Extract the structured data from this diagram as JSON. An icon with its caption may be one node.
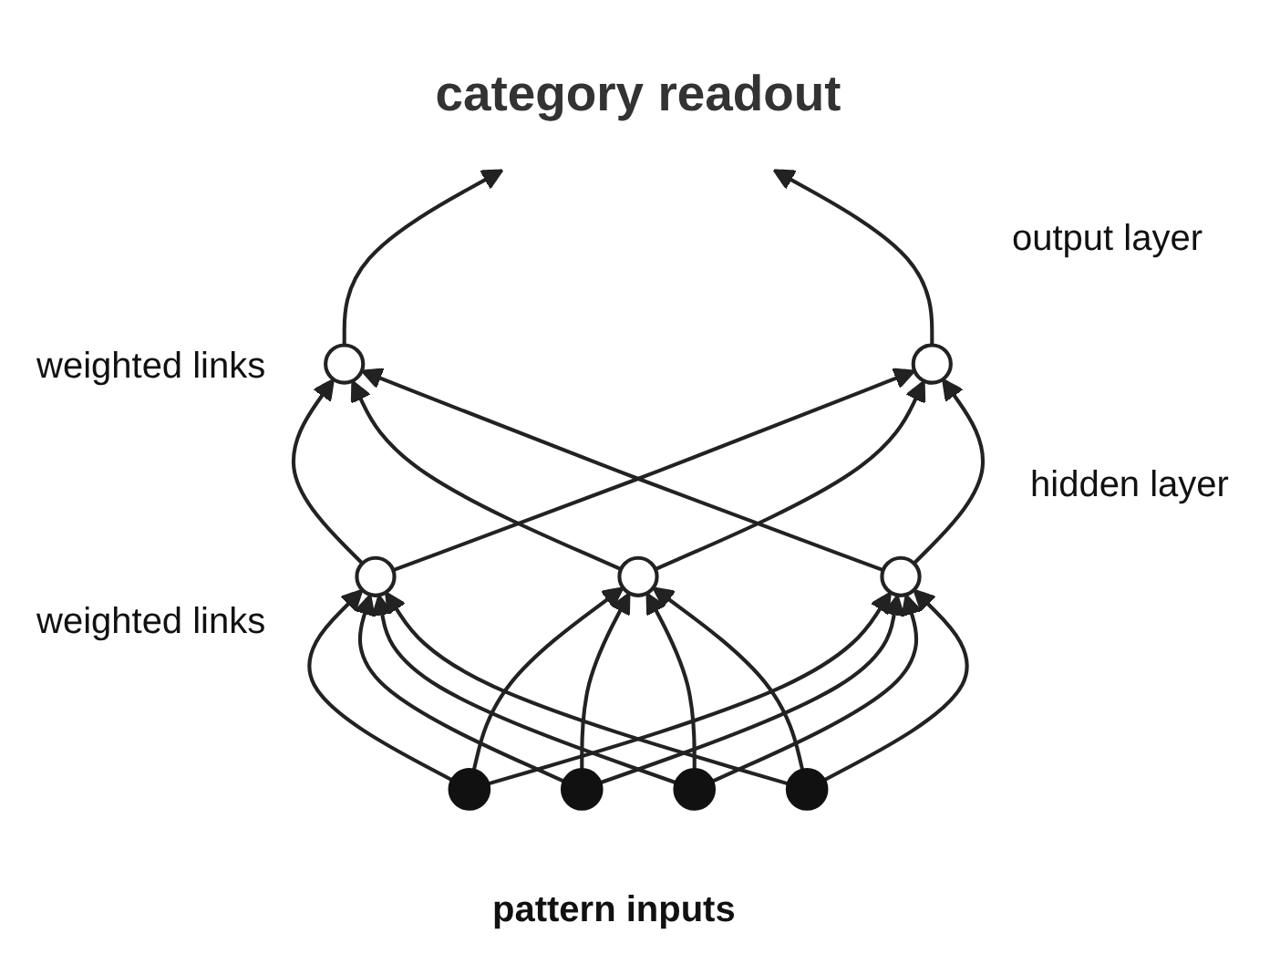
{
  "diagram": {
    "nodes": [
      {
        "text": [
          "category readout"
        ]
      },
      {
        "text": [],
        "shape": "circle"
      },
      {
        "text": [],
        "shape": "circle"
      },
      {
        "text": [],
        "shape": "circle"
      },
      {
        "text": [],
        "shape": "circle"
      },
      {
        "text": [],
        "shape": "circle"
      },
      {
        "text": [],
        "shape": "circle"
      },
      {
        "text": [],
        "shape": "circle"
      },
      {
        "text": [],
        "shape": "circle"
      },
      {
        "text": [],
        "shape": "circle"
      }
    ],
    "edges": [
      {
        "from": 1,
        "to": 0,
        "arrow": "to"
      },
      {
        "from": 2,
        "to": 0,
        "arrow": "to"
      },
      {
        "from": 3,
        "to": 1,
        "arrow": "to"
      },
      {
        "from": 3,
        "to": 2,
        "arrow": "to"
      },
      {
        "from": 4,
        "to": 1,
        "arrow": "to"
      },
      {
        "from": 4,
        "to": 2,
        "arrow": "to"
      },
      {
        "from": 5,
        "to": 1,
        "arrow": "to"
      },
      {
        "from": 5,
        "to": 2,
        "arrow": "to"
      },
      {
        "from": 6,
        "to": 3,
        "arrow": "to"
      },
      {
        "from": 6,
        "to": 4,
        "arrow": "to"
      },
      {
        "from": 6,
        "to": 5,
        "arrow": "to"
      },
      {
        "from": 7,
        "to": 3,
        "arrow": "to"
      },
      {
        "from": 7,
        "to": 4,
        "arrow": "to"
      },
      {
        "from": 7,
        "to": 5,
        "arrow": "to"
      },
      {
        "from": 8,
        "to": 3,
        "arrow": "to"
      },
      {
        "from": 8,
        "to": 4,
        "arrow": "to"
      },
      {
        "from": 8,
        "to": 5,
        "arrow": "to"
      },
      {
        "from": 9,
        "to": 3,
        "arrow": "to"
      },
      {
        "from": 9,
        "to": 4,
        "arrow": "to"
      },
      {
        "from": 9,
        "to": 5,
        "arrow": "to"
      }
    ],
    "labels": [
      "output layer",
      "weighted links",
      "hidden layer",
      "weighted links",
      "pattern inputs"
    ]
  }
}
